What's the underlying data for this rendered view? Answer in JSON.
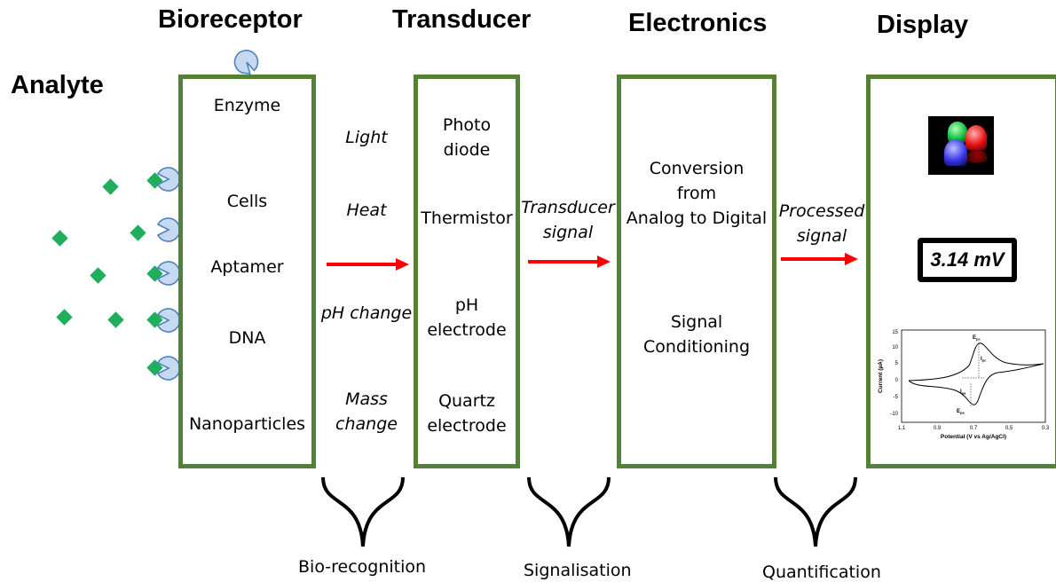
{
  "analyte_label": "Analyte",
  "stages": {
    "bioreceptor": {
      "title": "Bioreceptor",
      "items": [
        "Enzyme",
        "Cells",
        "Aptamer",
        "DNA",
        "Nanoparticles"
      ]
    },
    "transducer": {
      "title": "Transducer",
      "items": [
        "Photo\ndiode",
        "Thermistor",
        "pH\nelectrode",
        "Quartz\nelectrode"
      ]
    },
    "electronics": {
      "title": "Electronics",
      "items": [
        "Conversion\nfrom\nAnalog to Digital",
        "Signal\nConditioning"
      ]
    },
    "display": {
      "title": "Display",
      "value": "3.14 mV"
    }
  },
  "signals": {
    "bio_to_transducer": [
      "Light",
      "Heat",
      "pH change",
      "Mass\nchange"
    ],
    "transducer_to_electronics": "Transducer\nsignal",
    "electronics_to_display": "Processed\nsignal"
  },
  "braces": [
    "Bio-recognition",
    "Signalisation",
    "Quantification"
  ],
  "voltammogram": {
    "ylabel": "Current (µA)",
    "xlabel": "Potential (V vs Ag/AgCl)",
    "yticks": [
      "15",
      "10",
      "5",
      "0",
      "-5",
      "-10"
    ],
    "xticks": [
      "1.1",
      "0.9",
      "0.7",
      "0.5",
      "0.3"
    ],
    "annotations": {
      "epc": "E",
      "epc_sub": "pc",
      "ipc": "I",
      "ipc_sub": "pc",
      "ipa": "I",
      "ipa_sub": "pa",
      "epa": "E",
      "epa_sub": "pa"
    }
  },
  "colors": {
    "box_border": "#538135",
    "arrow": "#ff0000",
    "analyte": "#1fae5c",
    "receptor_fill": "#c5d9f1",
    "receptor_stroke": "#4f81bd"
  }
}
